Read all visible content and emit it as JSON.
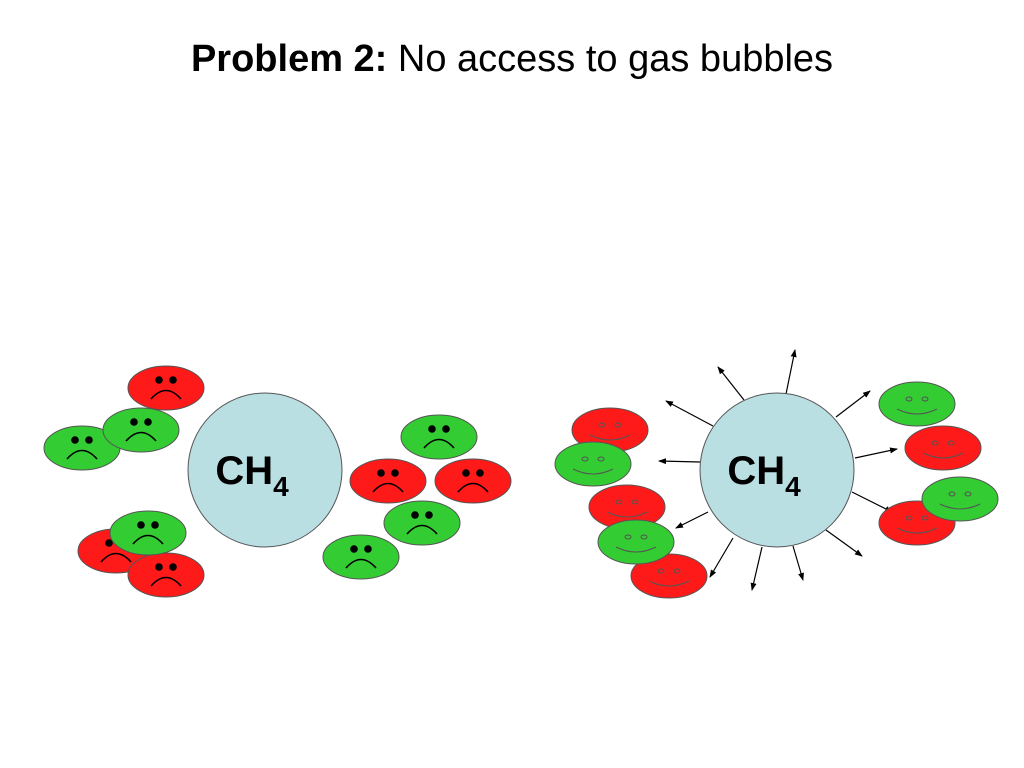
{
  "title": {
    "bold": "Problem 2:",
    "rest": " No access to gas bubbles"
  },
  "bubbles": [
    {
      "label": "CH",
      "subscript": "4"
    },
    {
      "label": "CH",
      "subscript": "4"
    }
  ],
  "colors": {
    "bubble": "#b9dfe3",
    "red_microbe": "#ff1a1a",
    "green_microbe": "#33cc33",
    "outline": "#555555"
  }
}
